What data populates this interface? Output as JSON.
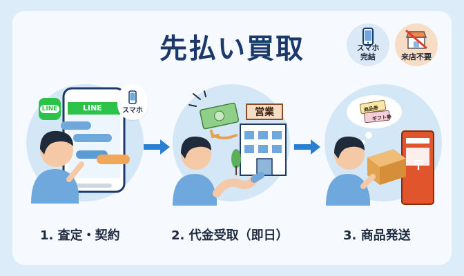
{
  "title": "先払い買取",
  "badges": {
    "phone": {
      "line1": "スマホ",
      "line2": "完結",
      "icon": "smartphone-icon"
    },
    "store": {
      "label": "来店不要",
      "icon": "store-prohibited-icon"
    }
  },
  "step1": {
    "label": "1. 査定・契約",
    "line_app_label": "LINE",
    "line_header_label": "LINE",
    "phone_chip_label": "スマホ"
  },
  "step2": {
    "label": "2. 代金受取（即日）",
    "sign_label": "営業"
  },
  "step3": {
    "label": "3. 商品発送",
    "ticket1": "商品券",
    "ticket2": "ギフト券",
    "postbox_symbol": "〒"
  },
  "colors": {
    "title": "#1b3a6b",
    "circle": "#d4e7f7",
    "accent_green": "#2bc24a",
    "arrow": "#2a7fd0",
    "postbox": "#e0552b",
    "box": "#e3a24e"
  }
}
